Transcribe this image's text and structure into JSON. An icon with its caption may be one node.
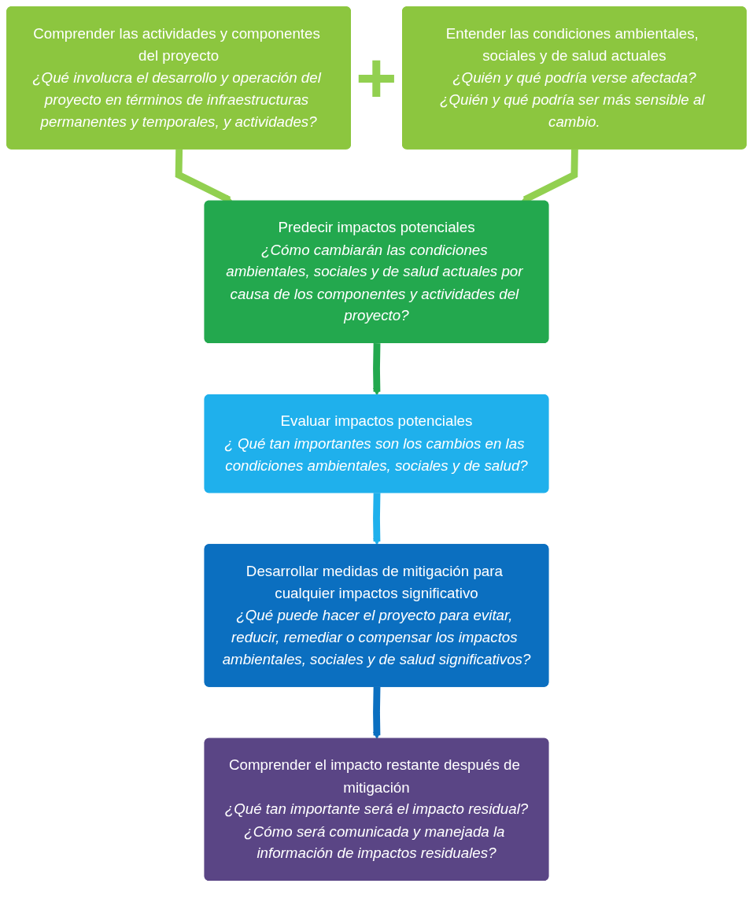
{
  "diagram": {
    "nodes": [
      {
        "text": [
          "Comprender las actividades y componentes del proyecto",
          "¿Qué involucra el desarrollo y operación del proyecto en términos de infraestructuras permanentes y temporales, y actividades?"
        ]
      },
      {
        "text": [
          "Entender las condiciones ambientales, sociales y de salud actuales",
          "¿Quién y qué podría verse afectada?",
          "¿Quién y qué podría ser más sensible al cambio."
        ]
      },
      {
        "text": [
          "Predecir impactos potenciales",
          "¿Cómo cambiarán las condiciones ambientales, sociales y de salud actuales por causa de los componentes y actividades del proyecto?"
        ]
      },
      {
        "text": [
          "Evaluar impactos potenciales",
          "¿ Qué tan importantes son los cambios en las condiciones ambientales, sociales y de salud?"
        ]
      },
      {
        "text": [
          "Desarrollar medidas de mitigación para cualquier impactos significativo",
          "¿Qué puede hacer el proyecto para evitar, reducir, remediar o compensar los impactos ambientales, sociales y de salud significativos?"
        ]
      },
      {
        "text": [
          "Comprender el impacto restante después de mitigación",
          "¿Qué tan importante será el impacto residual?",
          "¿Cómo será comunicada y manejada la información de impactos residuales?"
        ]
      }
    ],
    "edges": [
      {
        "from": 0,
        "to": 2,
        "arrow": "to",
        "color": "#92d050"
      },
      {
        "from": 1,
        "to": 2,
        "arrow": "to",
        "color": "#92d050"
      },
      {
        "from": 2,
        "to": 3,
        "arrow": "to",
        "color": "#23a84e"
      },
      {
        "from": 3,
        "to": 4,
        "arrow": "to",
        "color": "#1fb0ec"
      },
      {
        "from": 4,
        "to": 5,
        "arrow": "to",
        "color": "#0b6fc0"
      }
    ],
    "labels": [
      "+"
    ]
  }
}
